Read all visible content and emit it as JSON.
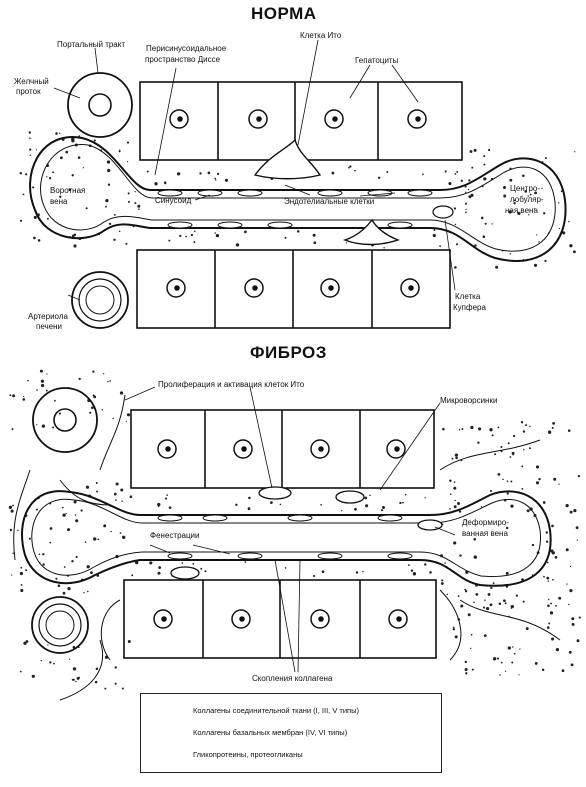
{
  "titles": {
    "normal": "НОРМА",
    "fibrosis": "ФИБРОЗ"
  },
  "labels": {
    "portal_tract": "Портальный тракт",
    "bile_duct_1": "Желчный",
    "bile_duct_2": "проток",
    "disse_space_1": "Перисинусоидальное",
    "disse_space_2": "пространство Диссе",
    "ito_cell": "Клетка Ито",
    "hepatocytes": "Гепатоциты",
    "portal_vein_1": "Воротная",
    "portal_vein_2": "вена",
    "sinusoid": "Синусоид",
    "endothelial_cells": "Эндотелиальные клетки",
    "central_vein_1": "Центро-",
    "central_vein_2": "лобуляр-",
    "central_vein_3": "ная вена",
    "hepatic_arteriole_1": "Артериола",
    "hepatic_arteriole_2": "печени",
    "kupffer_cell_1": "Клетка",
    "kupffer_cell_2": "Купфера",
    "ito_proliferation": "Пролиферация и активация клеток Ито",
    "microvilli": "Микроворсинки",
    "fenestration": "Фенестрации",
    "deformed_vein_1": "Деформиро-",
    "deformed_vein_2": "ванная вена",
    "collagen_accumulation": "Скопления коллагена"
  },
  "legend": [
    {
      "icon": "wavy-line-icon",
      "text": "Коллагены соединительной ткани (I, III, V типы)"
    },
    {
      "icon": "dashed-fiber-icon",
      "text": "Коллагены базальных мембран (IV, VI типы)"
    },
    {
      "icon": "dots-icon",
      "text": "Гликопротеины, протеогликаны"
    }
  ]
}
